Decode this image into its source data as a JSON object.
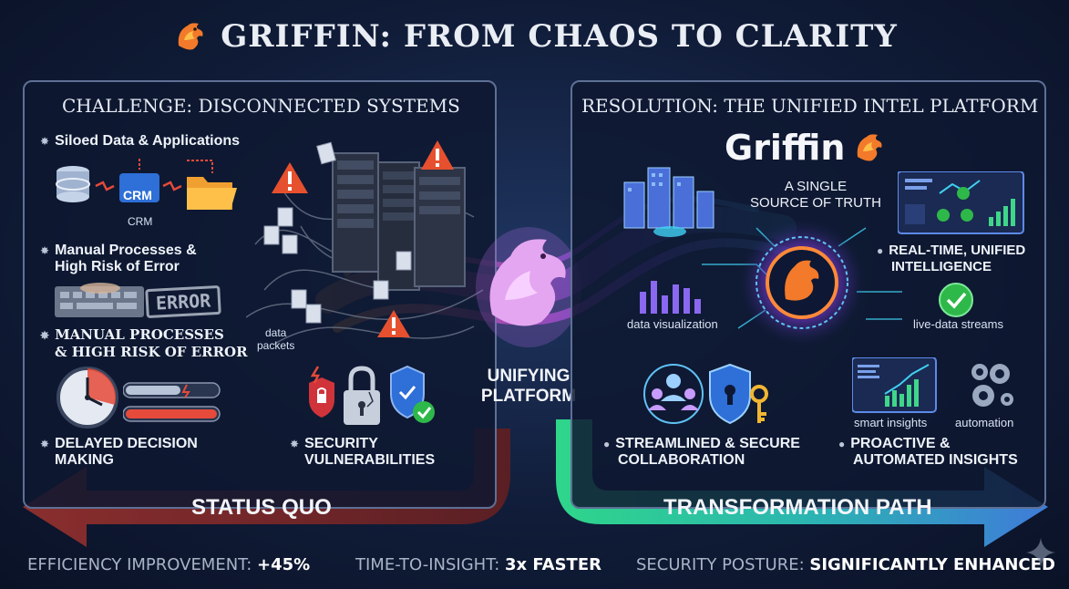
{
  "title": "GRIFFIN: FROM CHAOS TO CLARITY",
  "left_panel": {
    "heading": "CHALLENGE: DISCONNECTED SYSTEMS",
    "items": {
      "siloed": "Siloed Data & Applications",
      "crm_badge": "CRM",
      "crm_caption": "CRM",
      "manual_1_line1": "Manual  Processes &",
      "manual_1_line2": "High Risk of Error",
      "error_stamp": "ERROR",
      "manual_2_line1": "MANUAL PROCESSES",
      "manual_2_line2": "& HIGH RISK OF ERROR",
      "delayed_line1": "DELAYED DECISION",
      "delayed_line2": "MAKING",
      "security_line1": "SECURITY",
      "security_line2": "VULNERABILITIES",
      "data_packets_line1": "data",
      "data_packets_line2": "packets"
    }
  },
  "center": {
    "line1": "UNIFYING",
    "line2": "PLATFORM"
  },
  "right_panel": {
    "heading": "RESOLUTION: THE UNIFIED INTEL PLATFORM",
    "brand": "Griffin",
    "sst_line1": "A SINGLE",
    "sst_line2": "SOURCE OF TRUTH",
    "realtime_line1": "REAL-TIME, UNIFIED",
    "realtime_line2": "INTELLIGENCE",
    "data_viz": "data visualization",
    "live_streams": "live-data streams",
    "smart_insights": "smart insights",
    "automation": "automation",
    "streamlined_line1": "STREAMLINED & SECURE",
    "streamlined_line2": "COLLABORATION",
    "proactive_line1": "PROACTIVE &",
    "proactive_line2": "AUTOMATED INSIGHTS"
  },
  "arrows": {
    "left": "STATUS QUO",
    "right": "TRANSFORMATION PATH"
  },
  "metrics": {
    "efficiency_label": "EFFICIENCY IMPROVEMENT:",
    "efficiency_value": "+45%",
    "time_label": "TIME-TO-INSIGHT:",
    "time_value": "3x FASTER",
    "security_label": "SECURITY POSTURE:",
    "security_value": "SIGNIFICANTLY ENHANCED"
  },
  "colors": {
    "status_quo_arrow": "#7a2a2a",
    "transformation_arrow_start": "#2fd68a",
    "transformation_arrow_end": "#3f7bd9",
    "accent_orange": "#f28a2a",
    "warning": "#e6502e"
  },
  "icons": [
    "griffin-logo-icon",
    "database-icon",
    "crm-icon",
    "folder-icon",
    "server-rack-icon",
    "warning-icon",
    "keyboard-icon",
    "clock-icon",
    "lock-icon",
    "shield-icon",
    "team-icon",
    "key-icon",
    "dashboard-icon",
    "gear-icon",
    "check-icon"
  ]
}
